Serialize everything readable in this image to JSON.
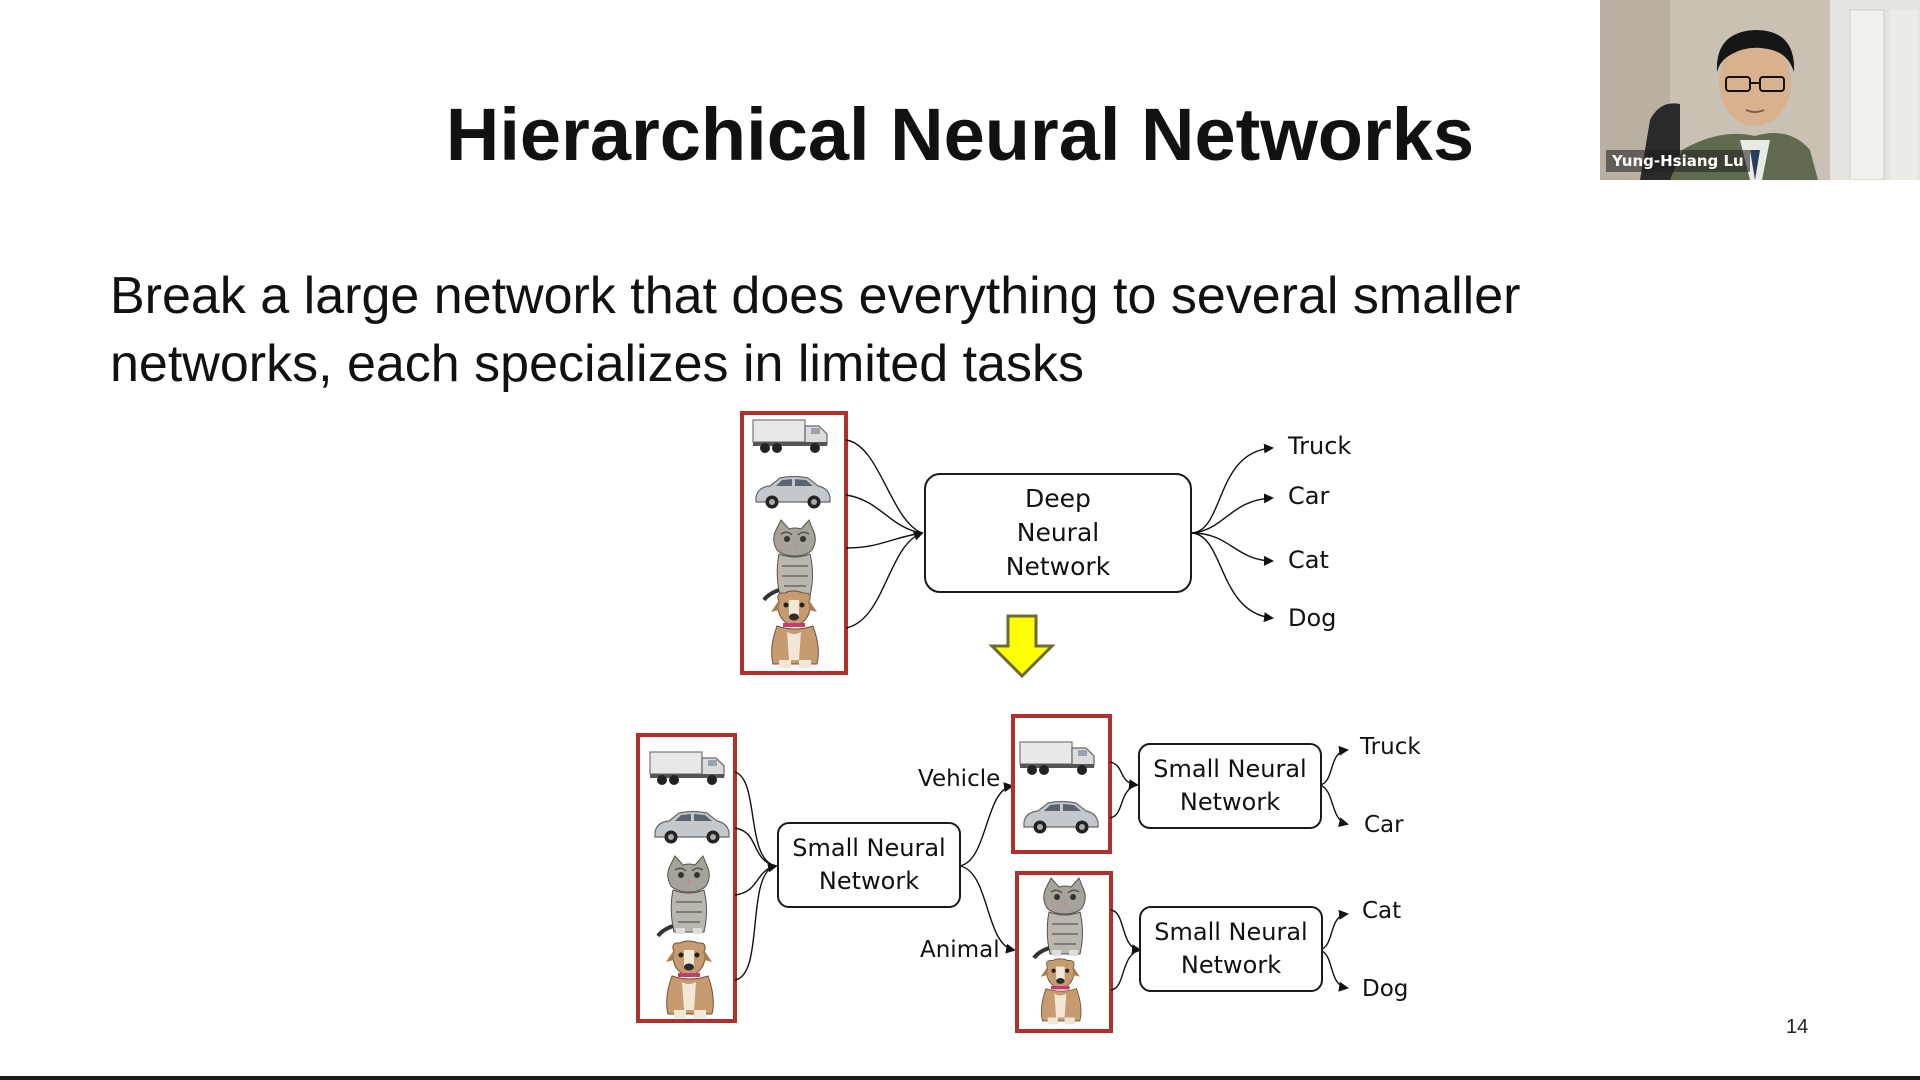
{
  "slide": {
    "title": "Hierarchical Neural Networks",
    "body_line1": "Break a large network that does everything to several smaller",
    "body_line2": "networks, each specializes in limited tasks",
    "page_number": "14"
  },
  "webcam": {
    "participant_name": "Yung-Hsiang Lu"
  },
  "diagram": {
    "deep_network_lines": [
      "Deep",
      "Neural",
      "Network"
    ],
    "deep_outputs": [
      "Truck",
      "Car",
      "Cat",
      "Dog"
    ],
    "small_network_line1": "Small Neural",
    "small_network_line2": "Network",
    "branch_labels": [
      "Vehicle",
      "Animal"
    ],
    "vehicle_outputs": [
      "Truck",
      "Car"
    ],
    "animal_outputs": [
      "Cat",
      "Dog"
    ],
    "image_box_color": "#b0302c",
    "arrow_fill_color": "#ffff00",
    "arrow_stroke_color": "#6b6b3a",
    "image_icons": [
      "truck-image",
      "car-image",
      "cat-image",
      "dog-image"
    ]
  }
}
